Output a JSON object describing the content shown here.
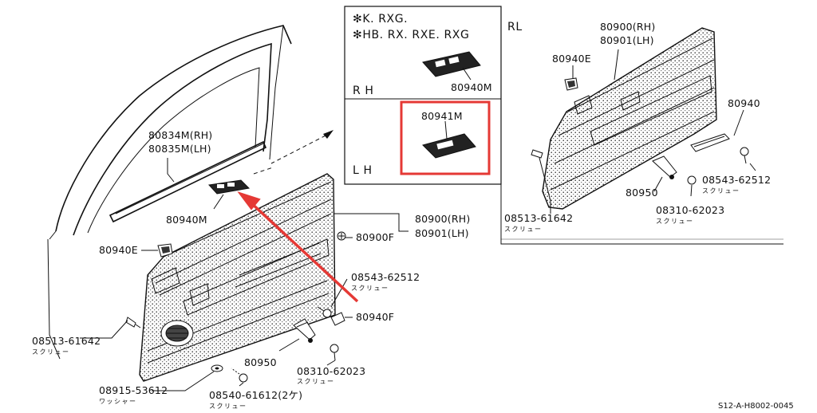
{
  "inset": {
    "variant_line_1": "✻K. RXG.",
    "variant_line_2": "✻HB. RX. RXE. RXG",
    "rh_label": "R H",
    "lh_label": "L H",
    "rh_part": "80940M",
    "lh_part": "80941M",
    "rl_label": "RL"
  },
  "main_labels": {
    "trim_rh": "80834M(RH)",
    "trim_lh": "80835M(LH)",
    "switch_bezel": "80940M",
    "clip_e": "80940E",
    "screw_left": "08513-61642",
    "screw_left_note": "スクリュー",
    "panel_rh": "80900(RH)",
    "panel_lh": "80901(LH)",
    "clip_f_top": "80900F",
    "screw_mid": "08543-62512",
    "screw_mid_note": "スクリュー",
    "clip_f_mid": "80940F",
    "handle": "80950",
    "screw_bottom": "08310-62023",
    "screw_bottom_note": "スクリュー",
    "washer": "08915-53612",
    "washer_note": "ワッシャー",
    "screw_low": "08540-61612(2ケ)",
    "screw_low_note": "スクリュー"
  },
  "rear_labels": {
    "panel_rh": "80900(RH)",
    "panel_lh": "80901(LH)",
    "clip_e": "80940E",
    "pull": "80940",
    "screw_right": "08543-62512",
    "screw_right_note": "スクリュー",
    "handle": "80950",
    "screw_bottom": "08310-62023",
    "screw_bottom_note": "スクリュー",
    "screw_left": "08513-61642",
    "screw_left_note": "スクリュー"
  },
  "footer": {
    "code": "S12-A-H8002-0045"
  },
  "colors": {
    "highlight": "#e53935",
    "ink": "#111111"
  }
}
